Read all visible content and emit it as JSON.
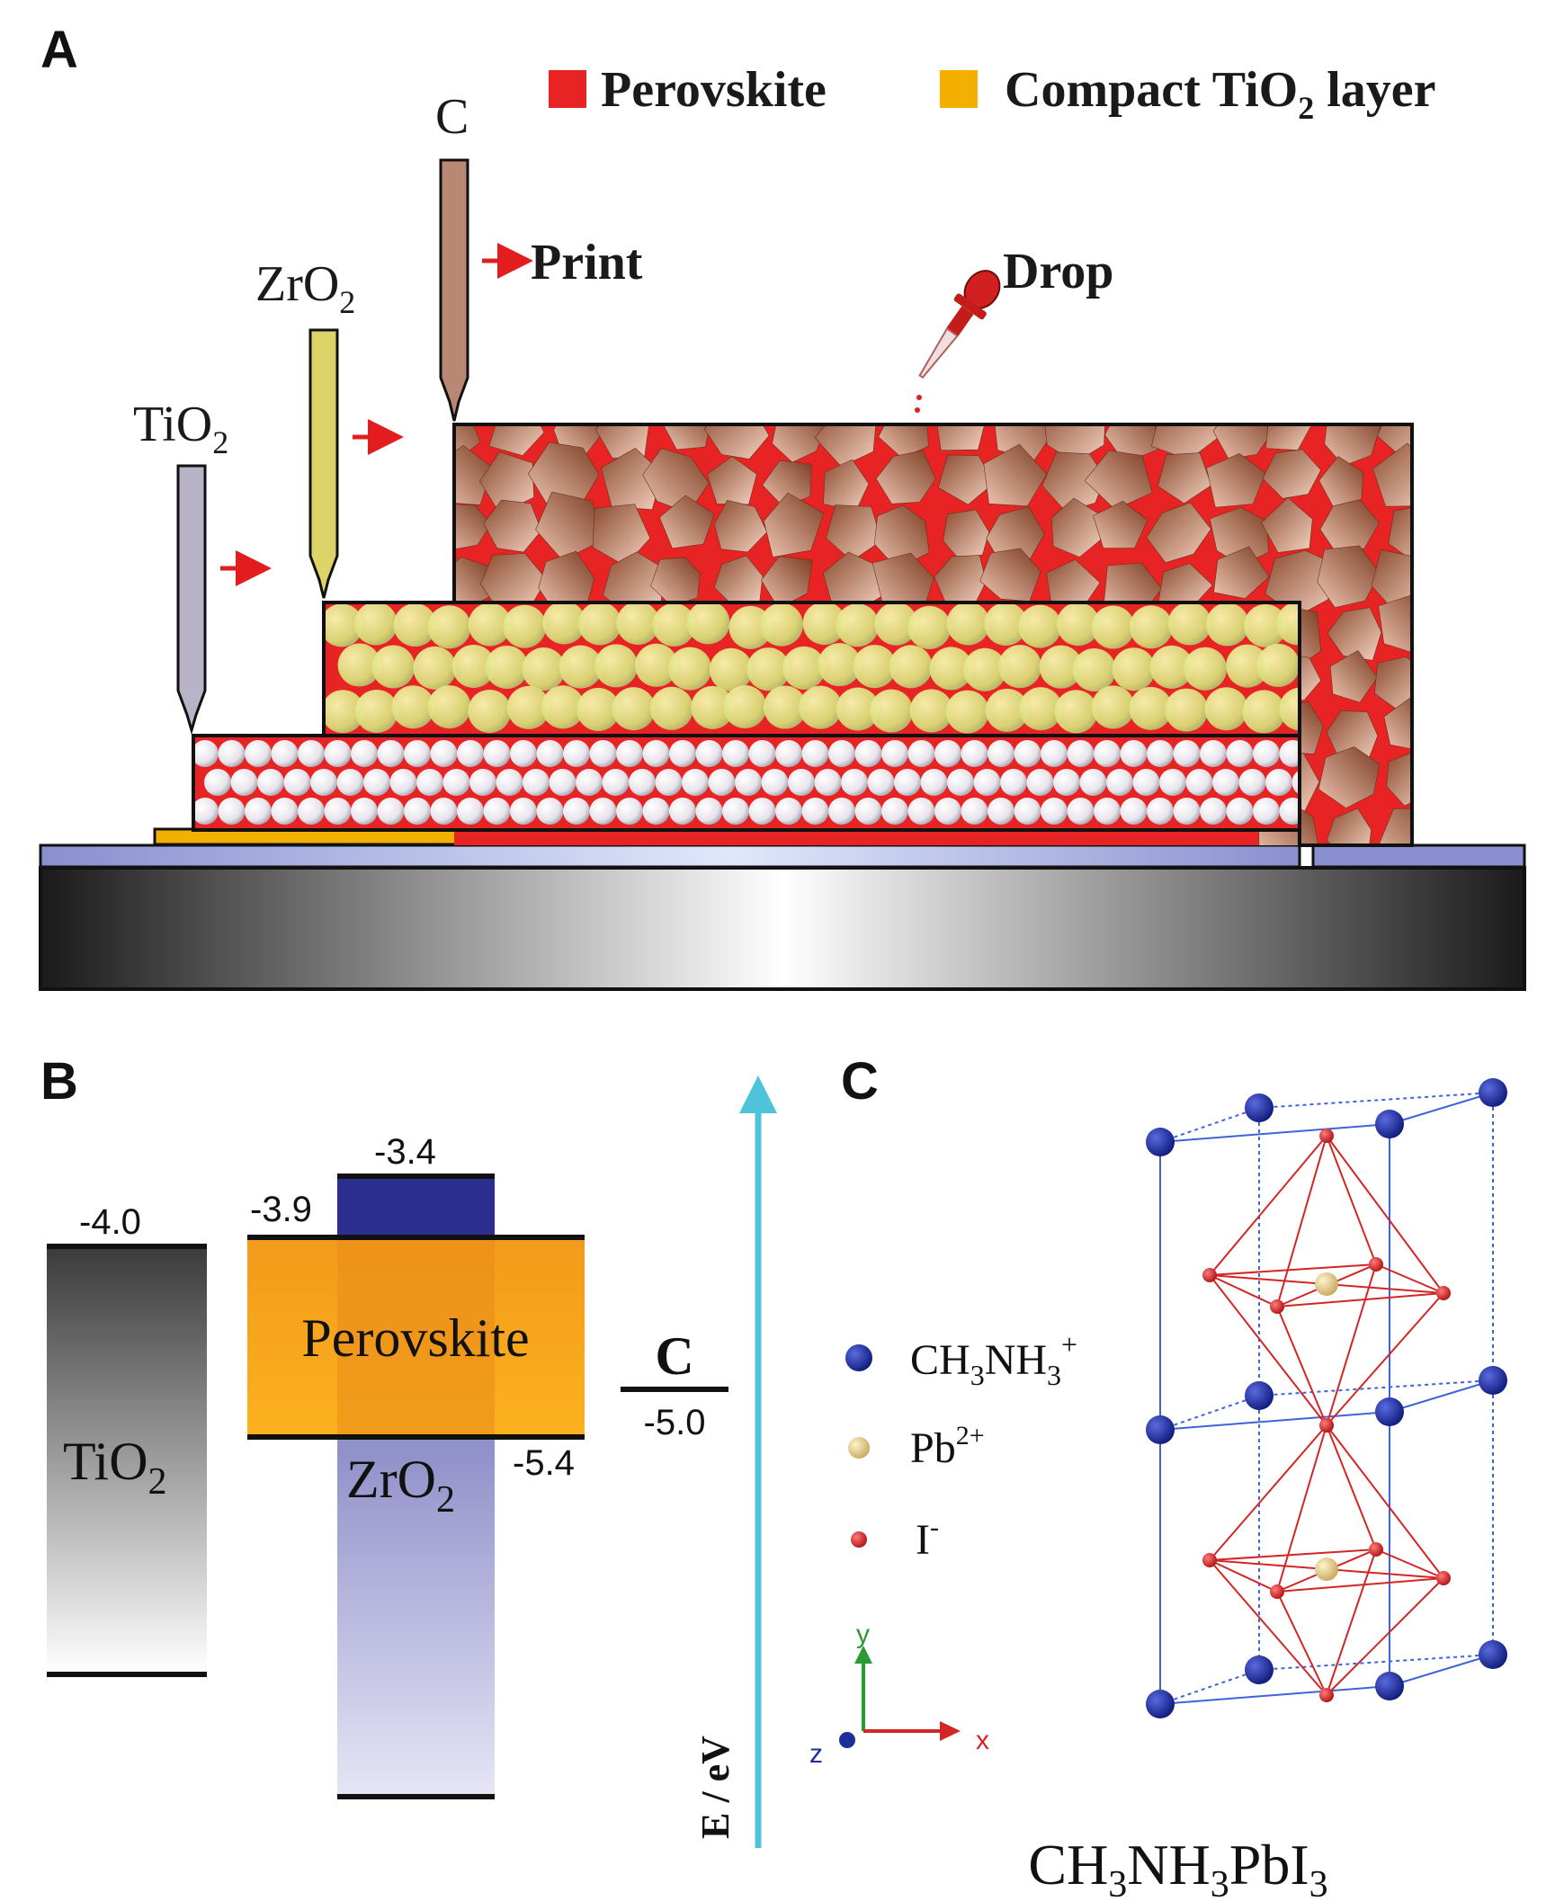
{
  "panels": {
    "a": {
      "label": "A",
      "legend": [
        {
          "text": "Perovskite",
          "color": "#e82323"
        },
        {
          "text": "Compact TiO",
          "sub": "2",
          "after": " layer",
          "color": "#f3b000"
        }
      ],
      "tools": [
        {
          "name": "TiO",
          "sub": "2",
          "color": "#b9b3c7"
        },
        {
          "name": "ZrO",
          "sub": "2",
          "color": "#ddd469"
        },
        {
          "name": "C",
          "sub": "",
          "color": "#b98875"
        }
      ],
      "print_label": "Print",
      "drop_label": "Drop"
    },
    "b": {
      "label": "B",
      "tio2": {
        "name": "TiO",
        "sub": "2",
        "cb": "-4.0"
      },
      "perovskite": {
        "name": "Perovskite",
        "cb": "-3.9",
        "vb": "-5.4"
      },
      "zro2": {
        "name": "ZrO",
        "sub": "2",
        "cb": "-3.4"
      },
      "carbon": {
        "name": "C",
        "level": "-5.0"
      },
      "axis_label": "E / eV",
      "colors": {
        "axis": "#4fc3dc",
        "zro2": "#2c2f8f",
        "perovskite": "#f7a21b"
      }
    },
    "c": {
      "label": "C",
      "legend": [
        {
          "base": "CH",
          "parts": [
            [
              "3",
              "sub"
            ],
            [
              "NH",
              ""
            ],
            [
              "3",
              "sub"
            ],
            [
              "+",
              "sup"
            ]
          ],
          "color": "#1f2f9a",
          "icon": "blue-sphere"
        },
        {
          "base": "Pb",
          "parts": [
            [
              "2+",
              "sup"
            ]
          ],
          "color": "#e8d08a",
          "icon": "gold-sphere"
        },
        {
          "base": "I",
          "parts": [
            [
              "-",
              "sup"
            ]
          ],
          "color": "#d42525",
          "icon": "red-sphere"
        }
      ],
      "axes": {
        "y": "y",
        "x": "x",
        "z": "z"
      },
      "formula": {
        "parts": [
          [
            "CH",
            ""
          ],
          [
            "3",
            "sub"
          ],
          [
            "NH",
            ""
          ],
          [
            "3",
            "sub"
          ],
          [
            "PbI",
            ""
          ],
          [
            "3",
            "sub"
          ]
        ]
      }
    }
  }
}
